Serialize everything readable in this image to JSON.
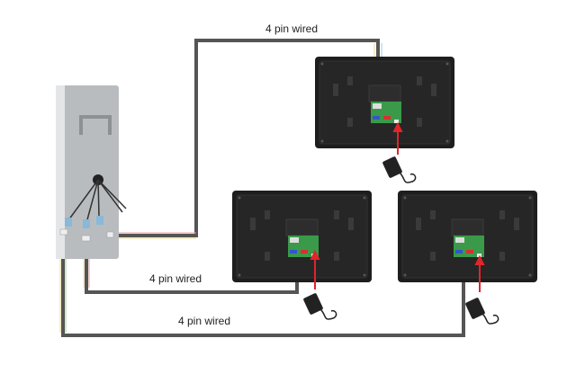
{
  "labels": {
    "top_wire": "4 pin wired",
    "middle_wire": "4 pin wired",
    "bottom_wire": "4 pin wired"
  },
  "colors": {
    "wire": "#555555",
    "monitor": "#1e1e1e",
    "door_station": "#b9bcbf",
    "arrow": "#e0252b",
    "board": "#3a9a4a"
  },
  "components": {
    "door_station": "outdoor-door-station",
    "monitors": [
      "indoor-monitor-1",
      "indoor-monitor-2",
      "indoor-monitor-3"
    ],
    "power_adapters": 3
  }
}
